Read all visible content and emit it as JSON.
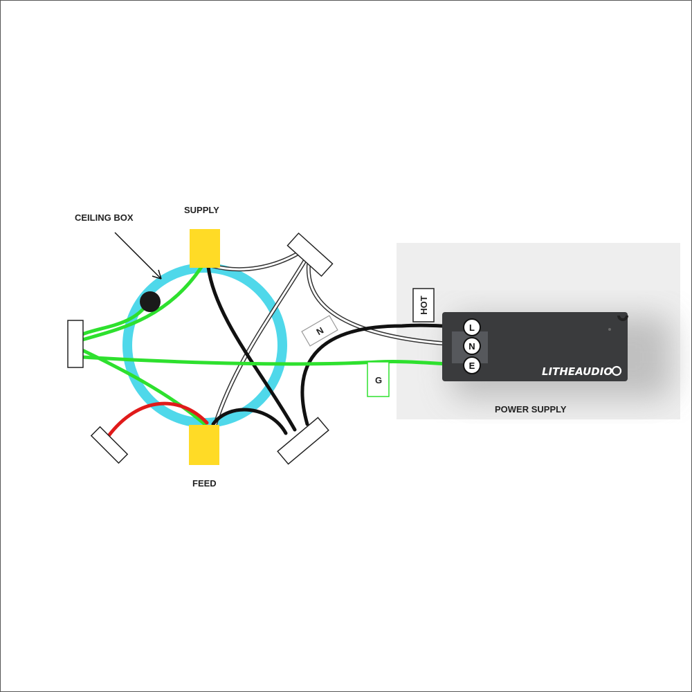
{
  "labels": {
    "ceiling_box": "CEILING BOX",
    "supply": "SUPPLY",
    "feed": "FEED",
    "power_supply": "POWER SUPPLY",
    "hot": "HOT",
    "n_tag": "N",
    "g_tag": "G",
    "brand": "LITHEAUDIO"
  },
  "terminals": [
    "L",
    "N",
    "E"
  ],
  "colors": {
    "ceiling_box_ring": "#4fd8ea",
    "connector_yellow": "#ffdb26",
    "ground_wire": "#2ee02e",
    "hot_wire": "#111111",
    "neutral_wire": "#ffffff",
    "switch_leg": "#e01a1a",
    "power_supply_body": "#3a3b3d",
    "panel_bg": "#eeeeee"
  }
}
